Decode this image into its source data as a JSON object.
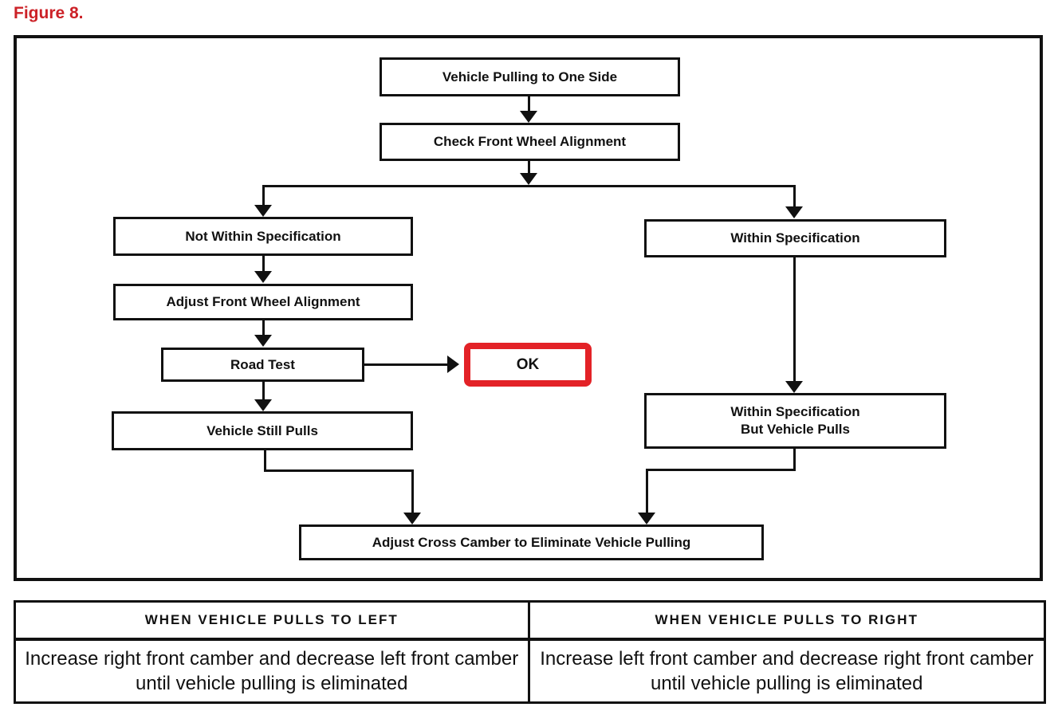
{
  "figure": {
    "label": "Figure 8."
  },
  "colors": {
    "figure_label_red": "#cc2127",
    "ok_border_red": "#e32227",
    "line_black": "#111111",
    "background": "#ffffff"
  },
  "flowchart": {
    "nodes": [
      {
        "id": "vehicle-pulling-to-one-side",
        "label": "Vehicle Pulling to One Side"
      },
      {
        "id": "check-front-wheel-alignment",
        "label": "Check Front Wheel Alignment"
      },
      {
        "id": "not-within-specification",
        "label": "Not Within Specification"
      },
      {
        "id": "adjust-front-wheel-alignment",
        "label": "Adjust Front Wheel Alignment"
      },
      {
        "id": "road-test",
        "label": "Road Test"
      },
      {
        "id": "ok",
        "label": "OK"
      },
      {
        "id": "vehicle-still-pulls",
        "label": "Vehicle Still Pulls"
      },
      {
        "id": "within-specification",
        "label": "Within Specification"
      },
      {
        "id": "within-specification-but-vehicle-pulls",
        "label_line1": "Within Specification",
        "label_line2": "But Vehicle Pulls"
      },
      {
        "id": "adjust-cross-camber",
        "label": "Adjust Cross Camber to Eliminate Vehicle Pulling"
      }
    ]
  },
  "table": {
    "headers": [
      "WHEN VEHICLE PULLS TO LEFT",
      "WHEN VEHICLE PULLS TO RIGHT"
    ],
    "cells": [
      "Increase right front camber and decrease left front camber until vehicle pulling is eliminated",
      "Increase left front camber and decrease right front camber until vehicle pulling is eliminated"
    ]
  }
}
